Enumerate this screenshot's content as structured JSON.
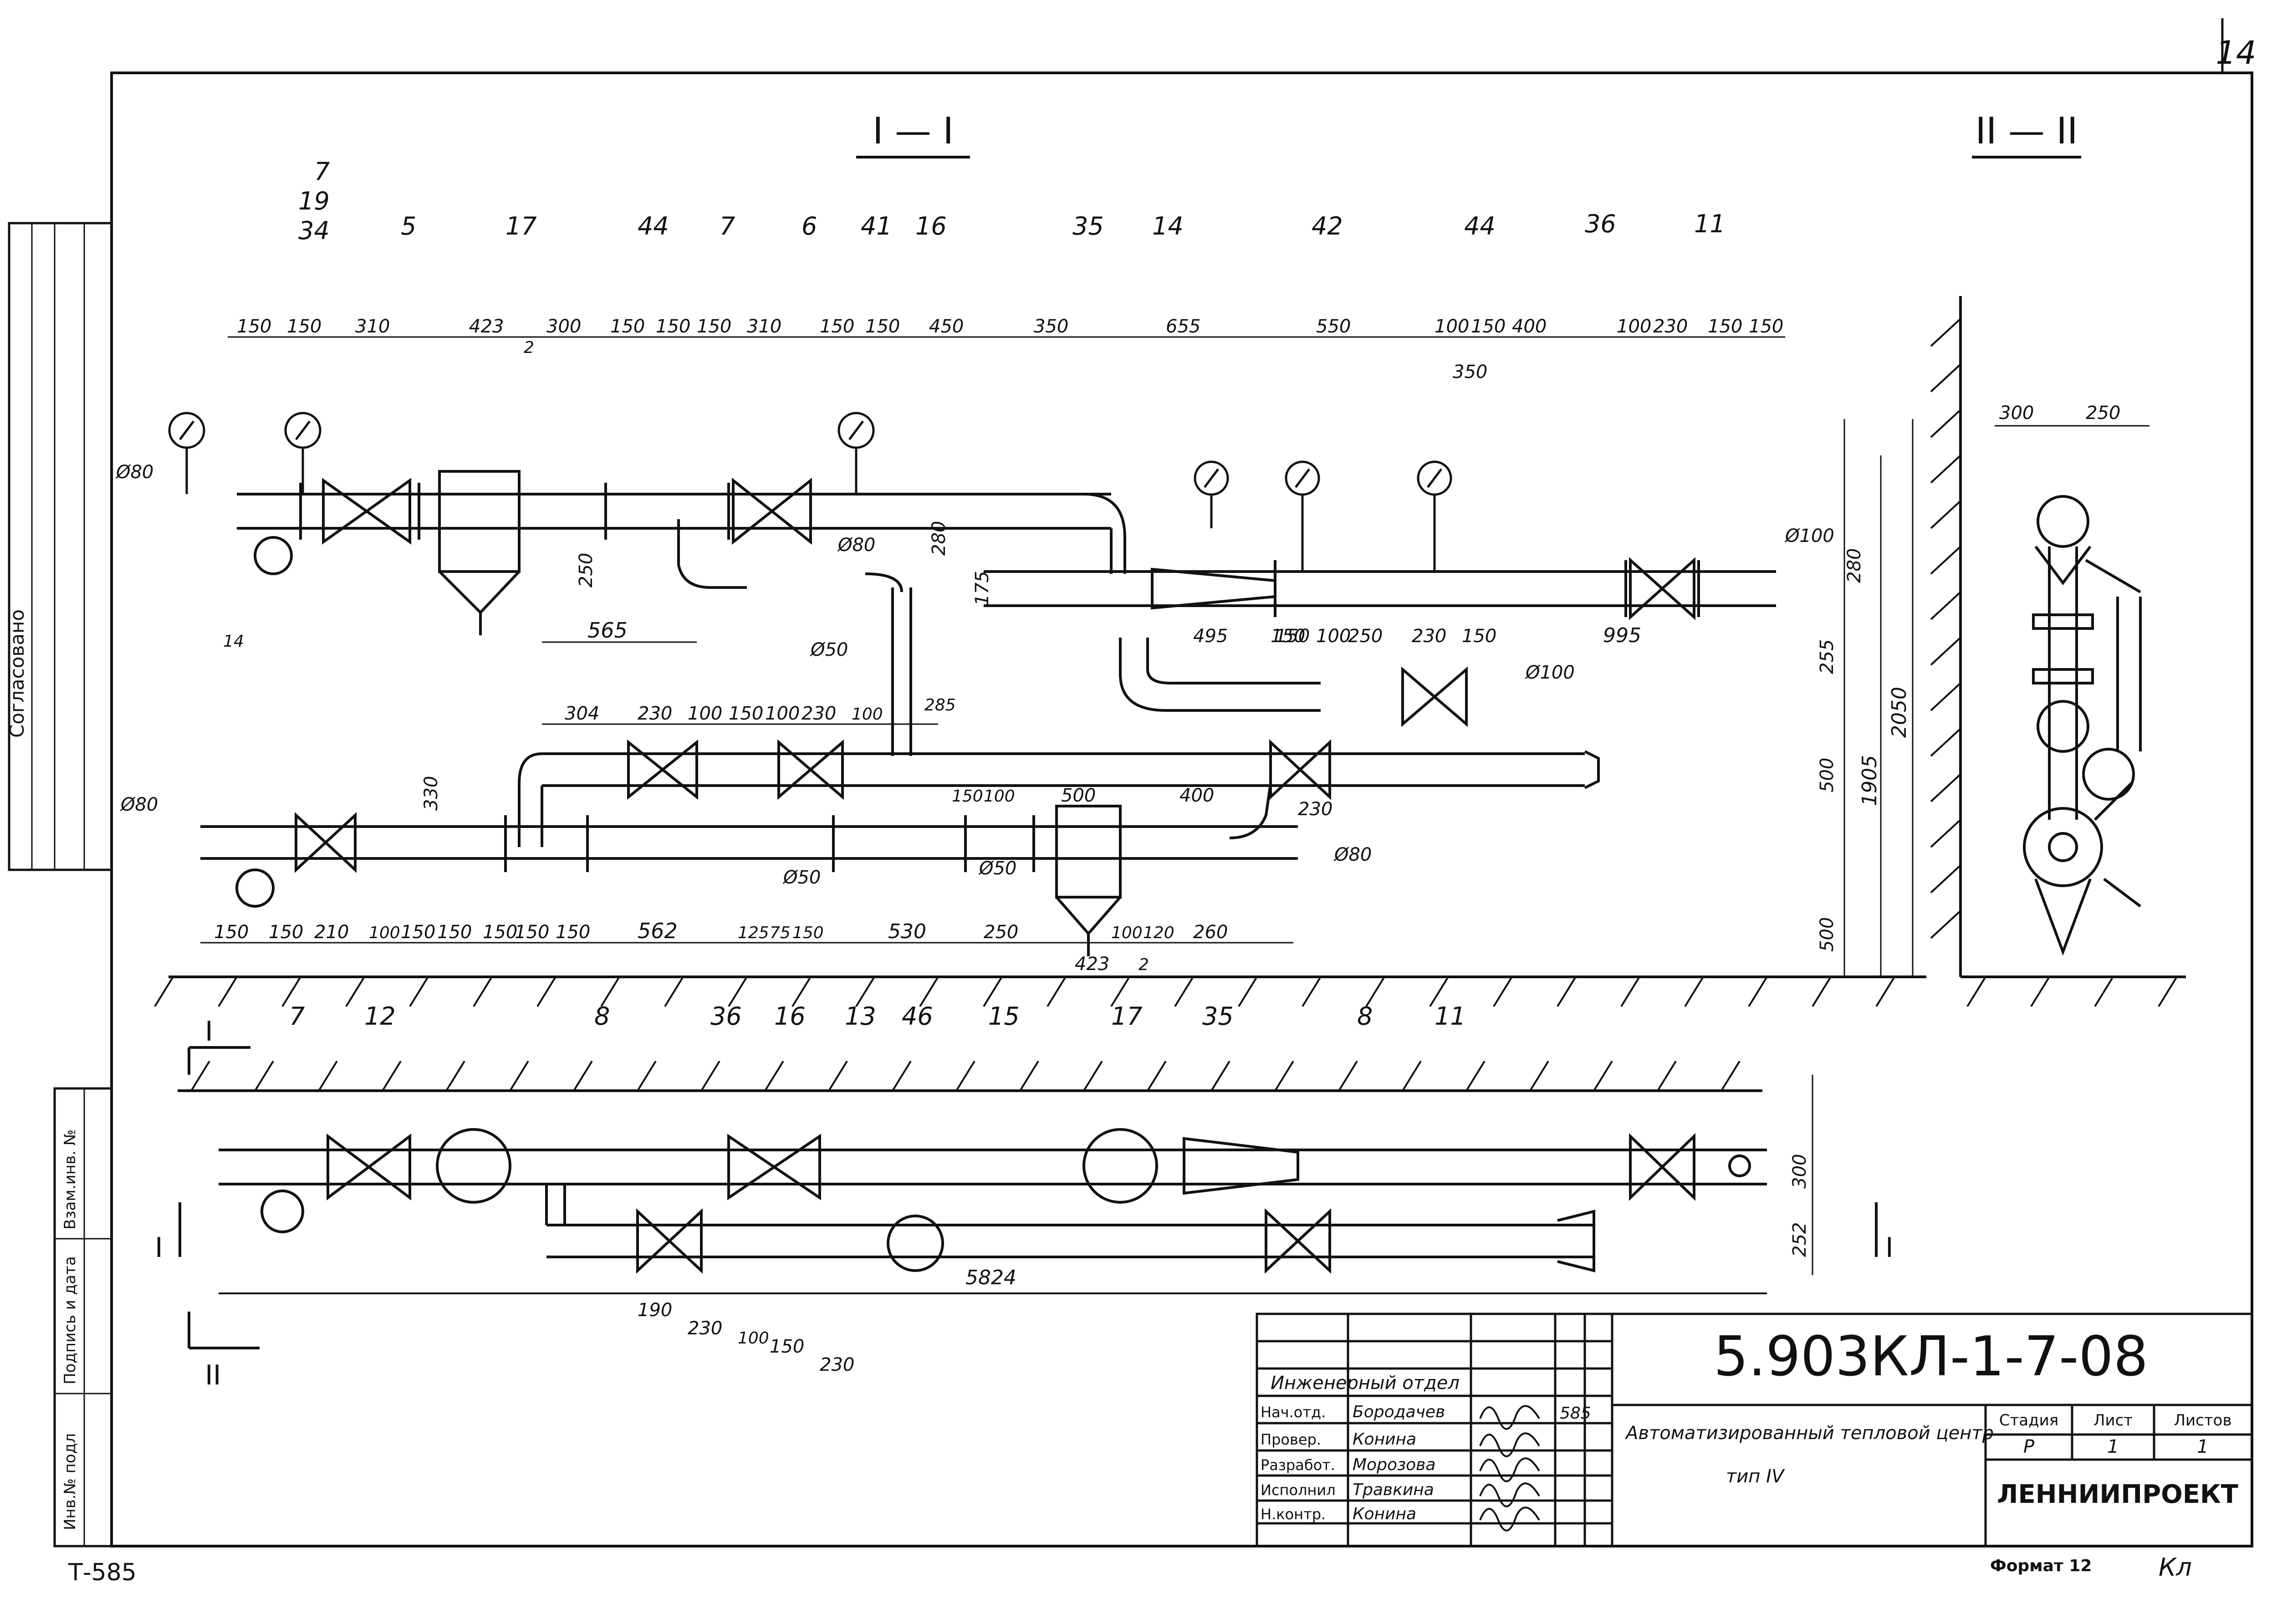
{
  "sheet": {
    "page_number": "14",
    "inventory_code": "Т-585",
    "format_label": "Формат 12",
    "corner_mark": "Кл"
  },
  "side_stamp": {
    "agreed": "Согласовано",
    "replacement_inv": "Взам.инв. №",
    "signature_date": "Подпись и дата",
    "inv_original": "Инв.№ подл"
  },
  "views": {
    "section_1": "I — I",
    "section_2": "II — II",
    "cut_mark_1": "I",
    "cut_mark_2": "II"
  },
  "callouts": {
    "top": [
      "7",
      "19",
      "34",
      "5",
      "17",
      "44",
      "7",
      "6",
      "41",
      "16",
      "35",
      "14",
      "42",
      "44",
      "36",
      "11"
    ],
    "bottom": [
      "7",
      "12",
      "8",
      "36",
      "16",
      "13",
      "46",
      "15",
      "17",
      "35",
      "8",
      "11"
    ]
  },
  "dimensions": {
    "top_row": [
      "150",
      "150",
      "310",
      "423",
      "300",
      "150",
      "150",
      "150",
      "310",
      "150",
      "150",
      "450",
      "350",
      "655",
      "550",
      "100",
      "150",
      "400",
      "100",
      "230",
      "150",
      "150"
    ],
    "upper_inner": [
      "350",
      "565",
      "250",
      "280",
      "175",
      "150",
      "495",
      "150",
      "100",
      "250",
      "230",
      "150",
      "995",
      "2"
    ],
    "middle_row": [
      "304",
      "230",
      "100",
      "150",
      "100",
      "230",
      "100",
      "285",
      "330",
      "150",
      "100",
      "500",
      "400",
      "230"
    ],
    "bottom_row": [
      "150",
      "150",
      "210",
      "100",
      "150",
      "150",
      "150",
      "150",
      "150",
      "562",
      "125",
      "75",
      "150",
      "530",
      "250",
      "423",
      "100",
      "120",
      "260",
      "2"
    ],
    "right_vertical": [
      "280",
      "255",
      "500",
      "1905",
      "2050",
      "500"
    ],
    "diameters": [
      "Ø80",
      "Ø80",
      "Ø50",
      "Ø80",
      "Ø50",
      "Ø50",
      "Ø100",
      "Ø100",
      "Ø80"
    ],
    "other": [
      "14",
      "2"
    ],
    "plan_row": [
      "5824",
      "190",
      "230",
      "100",
      "150",
      "230",
      "300",
      "252"
    ],
    "view2_top": [
      "300",
      "250"
    ]
  },
  "title_block": {
    "drawing_number": "5.903КЛ-1-7-08",
    "department": "Инженерный отдел",
    "title_line1": "Автоматизированный тепловой центр",
    "title_line2": "тип IV",
    "stage_header": "Стадия",
    "sheet_header": "Лист",
    "sheets_header": "Листов",
    "stage_value": "Р",
    "sheet_value": "1",
    "sheets_value": "1",
    "organization": "ЛЕННИИПРОЕКТ",
    "signature_date_code": "585",
    "people": [
      {
        "role": "Нач.отд.",
        "name": "Бородачев"
      },
      {
        "role": "Провер.",
        "name": "Конина"
      },
      {
        "role": "Разработ.",
        "name": "Морозова"
      },
      {
        "role": "Исполнил",
        "name": "Травкина"
      },
      {
        "role": "Н.контр.",
        "name": "Конина"
      }
    ]
  }
}
